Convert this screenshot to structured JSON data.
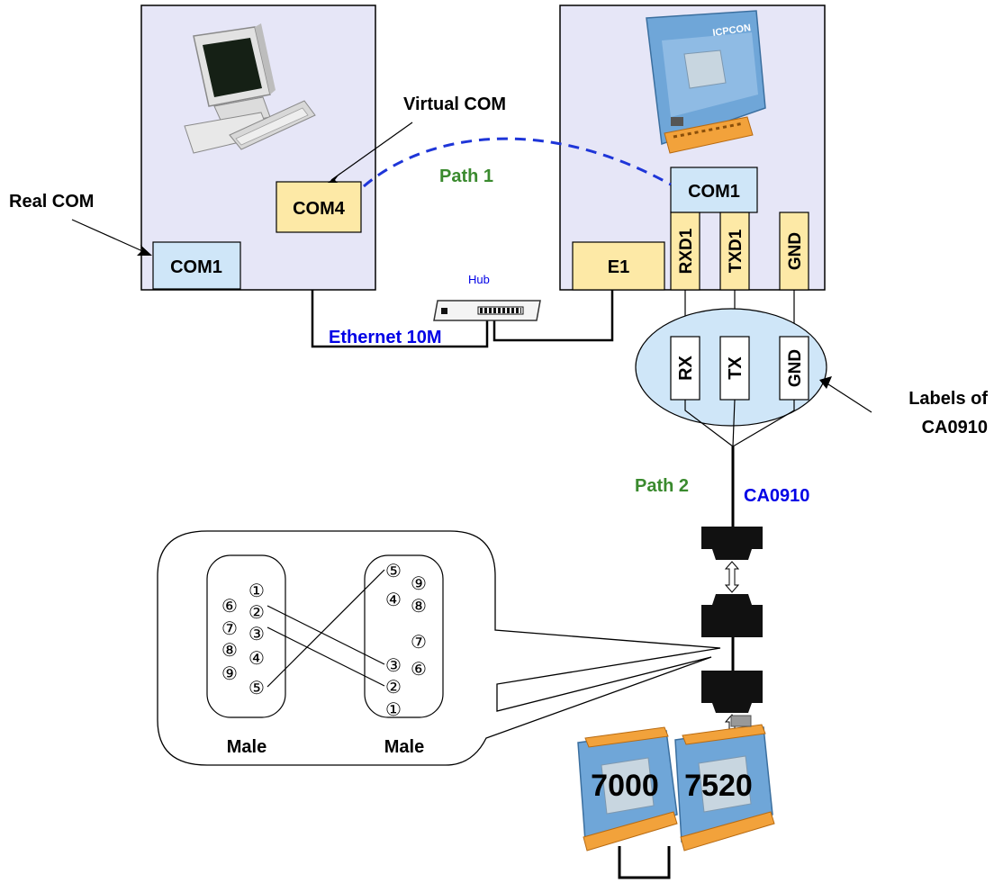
{
  "labels": {
    "virtual_com": "Virtual COM",
    "real_com": "Real COM",
    "pc_com4": "COM4",
    "pc_com1": "COM1",
    "path1": "Path 1",
    "hub": "Hub",
    "ethernet": "Ethernet 10M",
    "dev_com1": "COM1",
    "e1": "E1",
    "rxd1": "RXD1",
    "txd1": "TXD1",
    "gnd": "GND",
    "rx": "RX",
    "tx": "TX",
    "gnd_label": "GND",
    "labels_of_line1": "Labels of",
    "labels_of_line2": "CA0910",
    "path2": "Path 2",
    "ca0910": "CA0910",
    "male_left": "Male",
    "male_right": "Male",
    "module_7000": "7000",
    "module_7520": "7520"
  },
  "connector_left": {
    "pins_right_col": [
      "①",
      "②",
      "③",
      "④",
      "⑤"
    ],
    "pins_left_col": [
      "⑥",
      "⑦",
      "⑧",
      "⑨"
    ]
  },
  "connector_right": {
    "pins_left_col": [
      "⑤",
      "④",
      "③",
      "②",
      "①"
    ],
    "pins_right_col": [
      "⑨",
      "⑧",
      "⑦",
      "⑥"
    ]
  },
  "colors": {
    "panel_fill": "#e6e6f7",
    "com_yellow": "#fde9a6",
    "com_blue": "#cfe6f8",
    "ellipse_fill": "#cfe6f8",
    "path_green": "#3a8a2e",
    "eth_blue": "#0000e6",
    "dashed_blue": "#1e35d8"
  }
}
